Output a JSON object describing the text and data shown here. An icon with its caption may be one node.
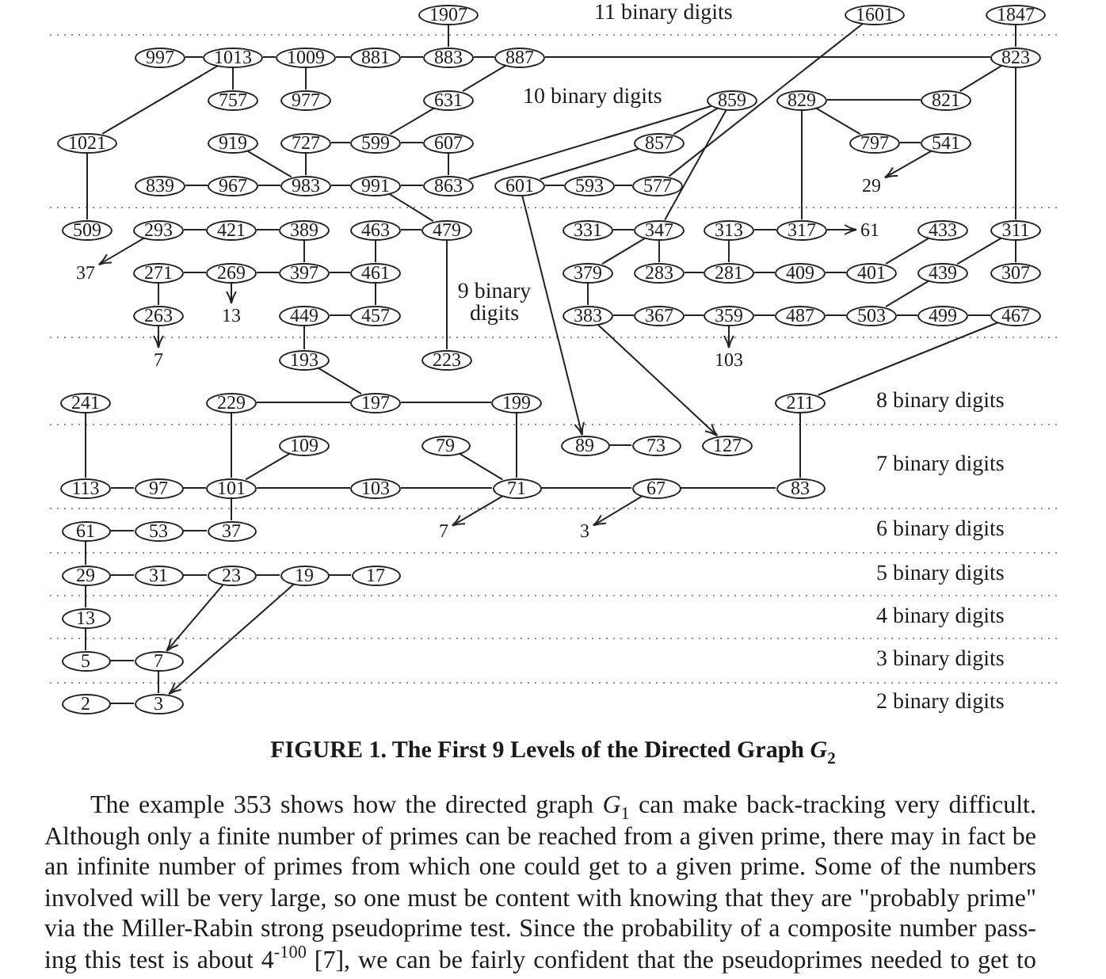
{
  "diagram": {
    "caption": "FIGURE 1. The First 9 Levels of the Directed Graph *G*$_{2}$",
    "nodes": [
      {
        "text": [
          "1907"
        ]
      },
      {
        "text": [
          "1601"
        ]
      },
      {
        "text": [
          "1847"
        ]
      },
      {
        "text": [
          "997"
        ]
      },
      {
        "text": [
          "1013"
        ]
      },
      {
        "text": [
          "1009"
        ]
      },
      {
        "text": [
          "881"
        ]
      },
      {
        "text": [
          "883"
        ]
      },
      {
        "text": [
          "887"
        ]
      },
      {
        "text": [
          "823"
        ]
      },
      {
        "text": [
          "757"
        ]
      },
      {
        "text": [
          "977"
        ]
      },
      {
        "text": [
          "631"
        ]
      },
      {
        "text": [
          "859"
        ]
      },
      {
        "text": [
          "829"
        ]
      },
      {
        "text": [
          "821"
        ]
      },
      {
        "text": [
          "1021"
        ]
      },
      {
        "text": [
          "919"
        ]
      },
      {
        "text": [
          "727"
        ]
      },
      {
        "text": [
          "599"
        ]
      },
      {
        "text": [
          "607"
        ]
      },
      {
        "text": [
          "857"
        ]
      },
      {
        "text": [
          "797"
        ]
      },
      {
        "text": [
          "541"
        ]
      },
      {
        "text": [
          "839"
        ]
      },
      {
        "text": [
          "967"
        ]
      },
      {
        "text": [
          "983"
        ]
      },
      {
        "text": [
          "991"
        ]
      },
      {
        "text": [
          "863"
        ]
      },
      {
        "text": [
          "601"
        ]
      },
      {
        "text": [
          "593"
        ]
      },
      {
        "text": [
          "577"
        ]
      },
      {
        "text": [
          "29"
        ]
      },
      {
        "text": [
          "509"
        ]
      },
      {
        "text": [
          "293"
        ]
      },
      {
        "text": [
          "421"
        ]
      },
      {
        "text": [
          "389"
        ]
      },
      {
        "text": [
          "463"
        ]
      },
      {
        "text": [
          "479"
        ]
      },
      {
        "text": [
          "331"
        ]
      },
      {
        "text": [
          "347"
        ]
      },
      {
        "text": [
          "313"
        ]
      },
      {
        "text": [
          "317"
        ]
      },
      {
        "text": [
          "61"
        ]
      },
      {
        "text": [
          "433"
        ]
      },
      {
        "text": [
          "311"
        ]
      },
      {
        "text": [
          "37"
        ]
      },
      {
        "text": [
          "271"
        ]
      },
      {
        "text": [
          "269"
        ]
      },
      {
        "text": [
          "397"
        ]
      },
      {
        "text": [
          "461"
        ]
      },
      {
        "text": [
          "379"
        ]
      },
      {
        "text": [
          "283"
        ]
      },
      {
        "text": [
          "281"
        ]
      },
      {
        "text": [
          "409"
        ]
      },
      {
        "text": [
          "401"
        ]
      },
      {
        "text": [
          "439"
        ]
      },
      {
        "text": [
          "307"
        ]
      },
      {
        "text": [
          "263"
        ]
      },
      {
        "text": [
          "13"
        ]
      },
      {
        "text": [
          "449"
        ]
      },
      {
        "text": [
          "457"
        ]
      },
      {
        "text": [
          "383"
        ]
      },
      {
        "text": [
          "367"
        ]
      },
      {
        "text": [
          "359"
        ]
      },
      {
        "text": [
          "487"
        ]
      },
      {
        "text": [
          "503"
        ]
      },
      {
        "text": [
          "499"
        ]
      },
      {
        "text": [
          "467"
        ]
      },
      {
        "text": [
          "7"
        ]
      },
      {
        "text": [
          "193"
        ]
      },
      {
        "text": [
          "223"
        ]
      },
      {
        "text": [
          "103"
        ]
      },
      {
        "text": [
          "241"
        ]
      },
      {
        "text": [
          "229"
        ]
      },
      {
        "text": [
          "197"
        ]
      },
      {
        "text": [
          "199"
        ]
      },
      {
        "text": [
          "211"
        ]
      },
      {
        "text": [
          "109"
        ]
      },
      {
        "text": [
          "79"
        ]
      },
      {
        "text": [
          "89"
        ]
      },
      {
        "text": [
          "73"
        ]
      },
      {
        "text": [
          "127"
        ]
      },
      {
        "text": [
          "113"
        ]
      },
      {
        "text": [
          "97"
        ]
      },
      {
        "text": [
          "101"
        ]
      },
      {
        "text": [
          "103"
        ]
      },
      {
        "text": [
          "71"
        ]
      },
      {
        "text": [
          "67"
        ]
      },
      {
        "text": [
          "83"
        ]
      },
      {
        "text": [
          "61"
        ]
      },
      {
        "text": [
          "53"
        ]
      },
      {
        "text": [
          "37"
        ]
      },
      {
        "text": [
          "7"
        ]
      },
      {
        "text": [
          "3"
        ]
      },
      {
        "text": [
          "29"
        ]
      },
      {
        "text": [
          "31"
        ]
      },
      {
        "text": [
          "23"
        ]
      },
      {
        "text": [
          "19"
        ]
      },
      {
        "text": [
          "17"
        ]
      },
      {
        "text": [
          "13"
        ]
      },
      {
        "text": [
          "5"
        ]
      },
      {
        "text": [
          "7"
        ]
      },
      {
        "text": [
          "2"
        ]
      },
      {
        "text": [
          "3"
        ]
      }
    ],
    "edges": [
      {
        "from": 0,
        "to": 7,
        "arrow": "none"
      },
      {
        "from": 3,
        "to": 4,
        "arrow": "none"
      },
      {
        "from": 4,
        "to": 5,
        "arrow": "none"
      },
      {
        "from": 5,
        "to": 6,
        "arrow": "none"
      },
      {
        "from": 6,
        "to": 7,
        "arrow": "none"
      },
      {
        "from": 7,
        "to": 8,
        "arrow": "none"
      },
      {
        "from": 8,
        "to": 9,
        "arrow": "none"
      },
      {
        "from": 2,
        "to": 9,
        "arrow": "none"
      },
      {
        "from": 4,
        "to": 10,
        "arrow": "none"
      },
      {
        "from": 5,
        "to": 11,
        "arrow": "none"
      },
      {
        "from": 4,
        "to": 16,
        "arrow": "none"
      },
      {
        "from": 8,
        "to": 12,
        "arrow": "none"
      },
      {
        "from": 12,
        "to": 19,
        "arrow": "none"
      },
      {
        "from": 13,
        "to": 21,
        "arrow": "none"
      },
      {
        "from": 13,
        "to": 28,
        "arrow": "none"
      },
      {
        "from": 13,
        "to": 40,
        "arrow": "none"
      },
      {
        "from": 14,
        "to": 15,
        "arrow": "none"
      },
      {
        "from": 9,
        "to": 15,
        "arrow": "none"
      },
      {
        "from": 14,
        "to": 22,
        "arrow": "none"
      },
      {
        "from": 14,
        "to": 42,
        "arrow": "none"
      },
      {
        "from": 9,
        "to": 45,
        "arrow": "none"
      },
      {
        "from": 1,
        "to": 31,
        "arrow": "none"
      },
      {
        "from": 16,
        "to": 33,
        "arrow": "none"
      },
      {
        "from": 17,
        "to": 26,
        "arrow": "none"
      },
      {
        "from": 18,
        "to": 19,
        "arrow": "none"
      },
      {
        "from": 19,
        "to": 20,
        "arrow": "none"
      },
      {
        "from": 18,
        "to": 26,
        "arrow": "none"
      },
      {
        "from": 20,
        "to": 28,
        "arrow": "none"
      },
      {
        "from": 21,
        "to": 29,
        "arrow": "none"
      },
      {
        "from": 22,
        "to": 23,
        "arrow": "none"
      },
      {
        "from": 23,
        "to": 32,
        "arrow": "to"
      },
      {
        "from": 24,
        "to": 25,
        "arrow": "none"
      },
      {
        "from": 25,
        "to": 26,
        "arrow": "none"
      },
      {
        "from": 26,
        "to": 27,
        "arrow": "none"
      },
      {
        "from": 27,
        "to": 28,
        "arrow": "none"
      },
      {
        "from": 29,
        "to": 30,
        "arrow": "none"
      },
      {
        "from": 30,
        "to": 31,
        "arrow": "none"
      },
      {
        "from": 29,
        "to": 80,
        "arrow": "to"
      },
      {
        "from": 27,
        "to": 38,
        "arrow": "none"
      },
      {
        "from": 34,
        "to": 35,
        "arrow": "none"
      },
      {
        "from": 35,
        "to": 36,
        "arrow": "none"
      },
      {
        "from": 37,
        "to": 38,
        "arrow": "none"
      },
      {
        "from": 39,
        "to": 40,
        "arrow": "none"
      },
      {
        "from": 41,
        "to": 42,
        "arrow": "none"
      },
      {
        "from": 42,
        "to": 43,
        "arrow": "to"
      },
      {
        "from": 34,
        "to": 46,
        "arrow": "to"
      },
      {
        "from": 36,
        "to": 49,
        "arrow": "none"
      },
      {
        "from": 37,
        "to": 50,
        "arrow": "none"
      },
      {
        "from": 38,
        "to": 71,
        "arrow": "none"
      },
      {
        "from": 40,
        "to": 51,
        "arrow": "none"
      },
      {
        "from": 40,
        "to": 52,
        "arrow": "none"
      },
      {
        "from": 41,
        "to": 53,
        "arrow": "none"
      },
      {
        "from": 44,
        "to": 55,
        "arrow": "none"
      },
      {
        "from": 45,
        "to": 56,
        "arrow": "none"
      },
      {
        "from": 45,
        "to": 57,
        "arrow": "none"
      },
      {
        "from": 47,
        "to": 48,
        "arrow": "none"
      },
      {
        "from": 48,
        "to": 49,
        "arrow": "none"
      },
      {
        "from": 49,
        "to": 50,
        "arrow": "none"
      },
      {
        "from": 52,
        "to": 53,
        "arrow": "none"
      },
      {
        "from": 53,
        "to": 54,
        "arrow": "none"
      },
      {
        "from": 54,
        "to": 55,
        "arrow": "none"
      },
      {
        "from": 47,
        "to": 58,
        "arrow": "none"
      },
      {
        "from": 48,
        "to": 59,
        "arrow": "to"
      },
      {
        "from": 50,
        "to": 61,
        "arrow": "none"
      },
      {
        "from": 51,
        "to": 62,
        "arrow": "none"
      },
      {
        "from": 56,
        "to": 66,
        "arrow": "none"
      },
      {
        "from": 60,
        "to": 61,
        "arrow": "none"
      },
      {
        "from": 62,
        "to": 63,
        "arrow": "none"
      },
      {
        "from": 63,
        "to": 64,
        "arrow": "none"
      },
      {
        "from": 64,
        "to": 65,
        "arrow": "none"
      },
      {
        "from": 65,
        "to": 66,
        "arrow": "none"
      },
      {
        "from": 66,
        "to": 67,
        "arrow": "none"
      },
      {
        "from": 67,
        "to": 68,
        "arrow": "none"
      },
      {
        "from": 58,
        "to": 69,
        "arrow": "to"
      },
      {
        "from": 60,
        "to": 70,
        "arrow": "none"
      },
      {
        "from": 64,
        "to": 72,
        "arrow": "to"
      },
      {
        "from": 62,
        "to": 82,
        "arrow": "to"
      },
      {
        "from": 68,
        "to": 77,
        "arrow": "none"
      },
      {
        "from": 70,
        "to": 75,
        "arrow": "none"
      },
      {
        "from": 73,
        "to": 83,
        "arrow": "none"
      },
      {
        "from": 74,
        "to": 75,
        "arrow": "none"
      },
      {
        "from": 75,
        "to": 76,
        "arrow": "none"
      },
      {
        "from": 74,
        "to": 85,
        "arrow": "none"
      },
      {
        "from": 76,
        "to": 87,
        "arrow": "none"
      },
      {
        "from": 77,
        "to": 89,
        "arrow": "none"
      },
      {
        "from": 78,
        "to": 85,
        "arrow": "none"
      },
      {
        "from": 79,
        "to": 87,
        "arrow": "none"
      },
      {
        "from": 80,
        "to": 81,
        "arrow": "none"
      },
      {
        "from": 83,
        "to": 84,
        "arrow": "none"
      },
      {
        "from": 84,
        "to": 85,
        "arrow": "none"
      },
      {
        "from": 85,
        "to": 86,
        "arrow": "none"
      },
      {
        "from": 86,
        "to": 87,
        "arrow": "none"
      },
      {
        "from": 87,
        "to": 88,
        "arrow": "none"
      },
      {
        "from": 88,
        "to": 89,
        "arrow": "none"
      },
      {
        "from": 85,
        "to": 92,
        "arrow": "none"
      },
      {
        "from": 87,
        "to": 93,
        "arrow": "to"
      },
      {
        "from": 88,
        "to": 94,
        "arrow": "to"
      },
      {
        "from": 90,
        "to": 91,
        "arrow": "none"
      },
      {
        "from": 91,
        "to": 92,
        "arrow": "none"
      },
      {
        "from": 90,
        "to": 95,
        "arrow": "none"
      },
      {
        "from": 95,
        "to": 96,
        "arrow": "none"
      },
      {
        "from": 96,
        "to": 97,
        "arrow": "none"
      },
      {
        "from": 97,
        "to": 98,
        "arrow": "none"
      },
      {
        "from": 98,
        "to": 99,
        "arrow": "none"
      },
      {
        "from": 95,
        "to": 100,
        "arrow": "none"
      },
      {
        "from": 97,
        "to": 102,
        "arrow": "to"
      },
      {
        "from": 100,
        "to": 101,
        "arrow": "none"
      },
      {
        "from": 101,
        "to": 102,
        "arrow": "none"
      },
      {
        "from": 102,
        "to": 104,
        "arrow": "none"
      },
      {
        "from": 98,
        "to": 104,
        "arrow": "to"
      },
      {
        "from": 103,
        "to": 104,
        "arrow": "none"
      }
    ],
    "labels": [
      "11 binary digits",
      "10 binary digits",
      "9 binary digits",
      "8 binary digits",
      "7 binary digits",
      "6 binary digits",
      "5 binary digits",
      "4 binary digits",
      "3 binary digits",
      "2 binary digits",
      "The example 353 shows how the directed graph *G*$_{1}$ can make back-tracking very difficult. Although only a finite number of primes can be reached from a given prime, there may in fact be an infinite number of primes from which one could get to a given prime. Some of the numbers involved will be very large, so one must be content with knowing that they are \"probably prime\" via the Miller-Rabin strong pseudoprime test. Since the probability of a composite number pass-ing this test is about 4$^{-100}$ [7], we can be fairly confident that the pseudoprimes needed to get to"
    ]
  }
}
